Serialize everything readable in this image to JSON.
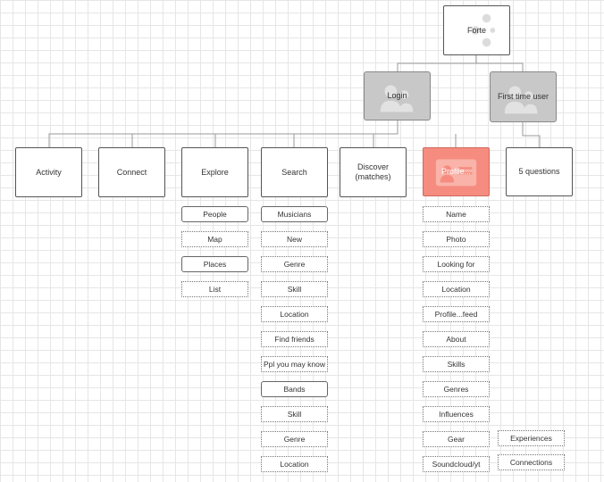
{
  "diagram": {
    "root": {
      "label": "Forte",
      "icon": "share-icon"
    },
    "entry": [
      {
        "label": "Login",
        "icon": "users-icon"
      },
      {
        "label": "First time user",
        "icon": "users-icon"
      }
    ],
    "sections": [
      {
        "label": "Activity"
      },
      {
        "label": "Connect"
      },
      {
        "label": "Explore"
      },
      {
        "label": "Search"
      },
      {
        "label": "Discover\n(matches)"
      },
      {
        "label": "Profile...",
        "icon": "id-card-icon",
        "highlight": "#f58c7f"
      },
      {
        "label": "5 questions"
      }
    ],
    "explore_items": [
      {
        "label": "People",
        "style": "solid"
      },
      {
        "label": "Map",
        "style": "dotted"
      },
      {
        "label": "Places",
        "style": "solid"
      },
      {
        "label": "List",
        "style": "dotted"
      }
    ],
    "search_items": [
      {
        "label": "Musicians",
        "style": "solid"
      },
      {
        "label": "New",
        "style": "dotted"
      },
      {
        "label": "Genre",
        "style": "dotted"
      },
      {
        "label": "Skill",
        "style": "dotted"
      },
      {
        "label": "Location",
        "style": "dotted"
      },
      {
        "label": "Find friends",
        "style": "dotted"
      },
      {
        "label": "Ppl you may know",
        "style": "dotted"
      },
      {
        "label": "Bands",
        "style": "solid"
      },
      {
        "label": "Skill",
        "style": "dotted"
      },
      {
        "label": "Genre",
        "style": "dotted"
      },
      {
        "label": "Location",
        "style": "dotted"
      }
    ],
    "profile_items": [
      {
        "label": "Name",
        "style": "dotted"
      },
      {
        "label": "Photo",
        "style": "dotted"
      },
      {
        "label": "Looking for",
        "style": "dotted"
      },
      {
        "label": "Location",
        "style": "dotted"
      },
      {
        "label": "Profile...feed",
        "style": "dotted"
      },
      {
        "label": "About",
        "style": "dotted"
      },
      {
        "label": "Skills",
        "style": "dotted"
      },
      {
        "label": "Genres",
        "style": "dotted"
      },
      {
        "label": "Influences",
        "style": "dotted"
      },
      {
        "label": "Gear",
        "style": "dotted"
      },
      {
        "label": "Soundcloud/yt",
        "style": "dotted"
      }
    ],
    "questions_items": [
      {
        "label": "Experiences",
        "style": "dotted"
      },
      {
        "label": "Connections",
        "style": "dotted"
      }
    ]
  },
  "colors": {
    "grid": "#e6e6e6",
    "node_border": "#555555",
    "entry_fill": "#c8c8c8",
    "highlight": "#f58c7f",
    "connector": "#999999"
  }
}
